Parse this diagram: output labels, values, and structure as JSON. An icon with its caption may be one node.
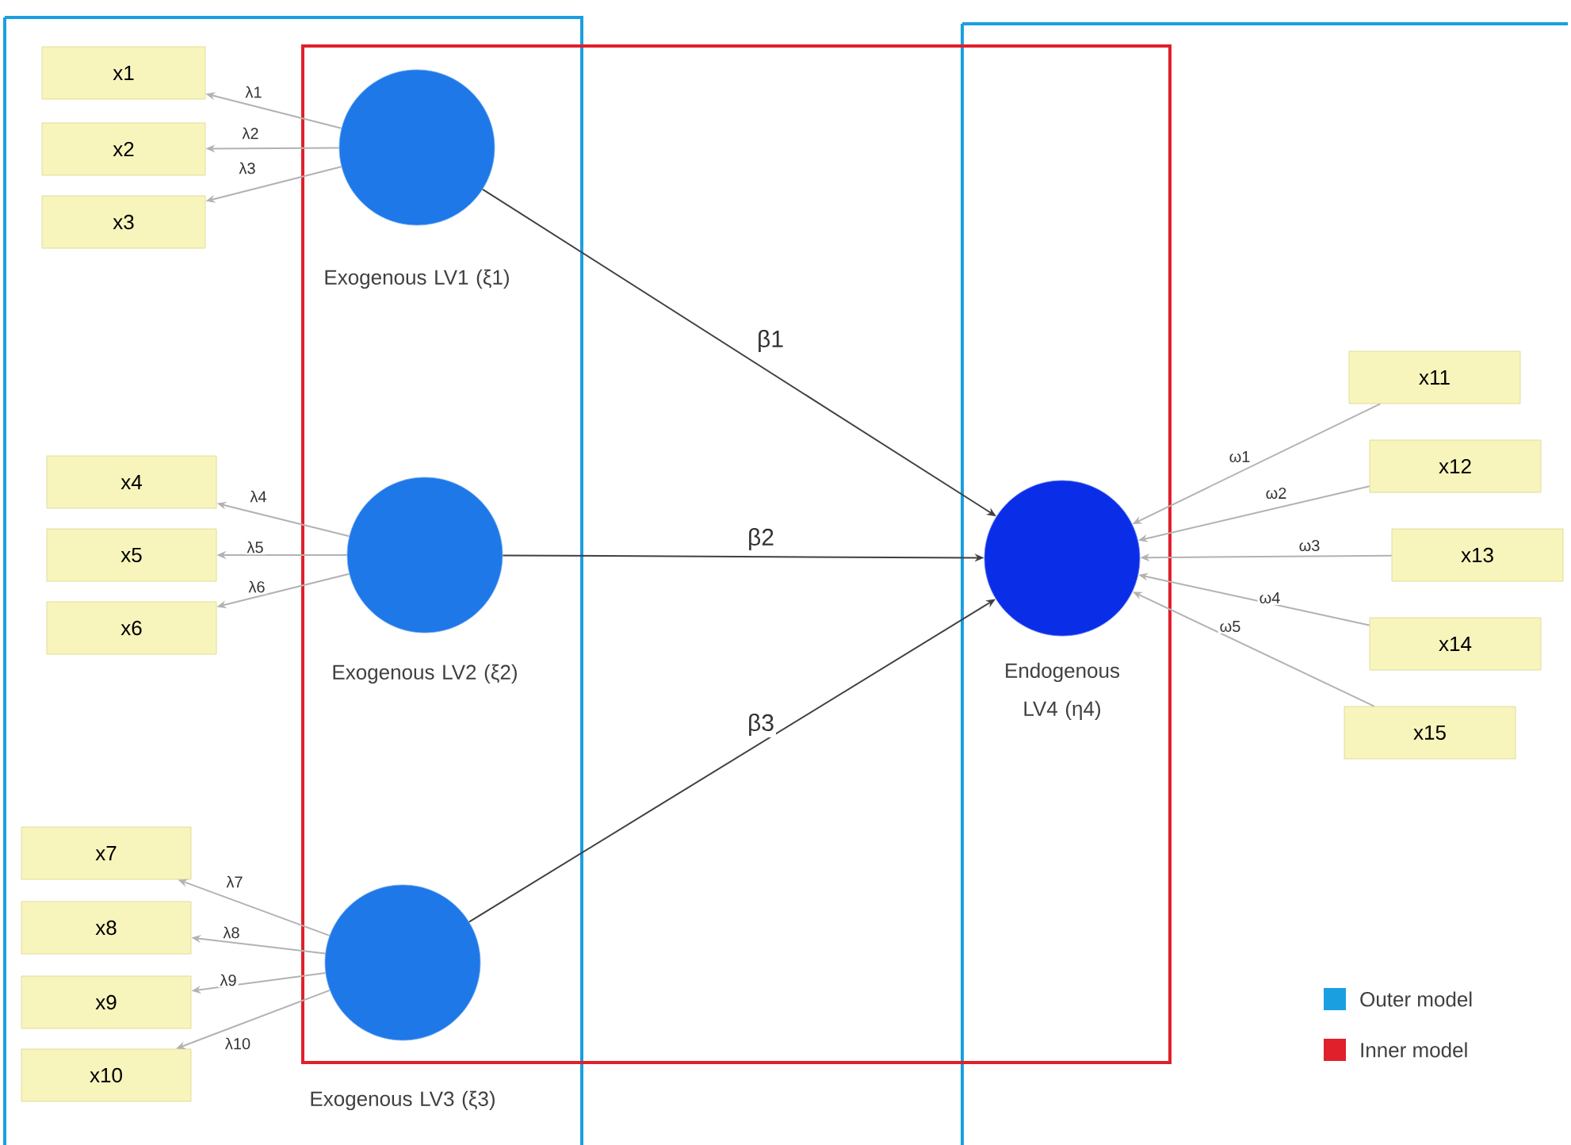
{
  "diagram": {
    "nodes": [
      {
        "text": [
          "x1"
        ]
      },
      {
        "text": [
          "x2"
        ]
      },
      {
        "text": [
          "x3"
        ]
      },
      {
        "text": [
          "x4"
        ]
      },
      {
        "text": [
          "x5"
        ]
      },
      {
        "text": [
          "x6"
        ]
      },
      {
        "text": [
          "x7"
        ]
      },
      {
        "text": [
          "x8"
        ]
      },
      {
        "text": [
          "x9"
        ]
      },
      {
        "text": [
          "x10"
        ]
      },
      {
        "text": [
          "x11"
        ]
      },
      {
        "text": [
          "x12"
        ]
      },
      {
        "text": [
          "x13"
        ]
      },
      {
        "text": [
          "x14"
        ]
      },
      {
        "text": [
          "x15"
        ]
      },
      {
        "text": [
          "Exogenous LV1 (ξ1)"
        ]
      },
      {
        "text": [
          "Exogenous LV2 (ξ2)"
        ]
      },
      {
        "text": [
          "Exogenous LV3 (ξ3)"
        ]
      },
      {
        "text": [
          "Endogenous LV4 (η4)"
        ]
      }
    ],
    "edges": [
      {
        "from": 15,
        "to": 0,
        "arrow": "to",
        "label": "λ1"
      },
      {
        "from": 15,
        "to": 1,
        "arrow": "to",
        "label": "λ2"
      },
      {
        "from": 15,
        "to": 2,
        "arrow": "to",
        "label": "λ3"
      },
      {
        "from": 16,
        "to": 3,
        "arrow": "to",
        "label": "λ4"
      },
      {
        "from": 16,
        "to": 4,
        "arrow": "to",
        "label": "λ5"
      },
      {
        "from": 16,
        "to": 5,
        "arrow": "to",
        "label": "λ6"
      },
      {
        "from": 17,
        "to": 6,
        "arrow": "to",
        "label": "λ7"
      },
      {
        "from": 17,
        "to": 7,
        "arrow": "to",
        "label": "λ8"
      },
      {
        "from": 17,
        "to": 8,
        "arrow": "to",
        "label": "λ9"
      },
      {
        "from": 17,
        "to": 9,
        "arrow": "to",
        "label": "λ10"
      },
      {
        "from": 10,
        "to": 18,
        "arrow": "to",
        "label": "ω1"
      },
      {
        "from": 11,
        "to": 18,
        "arrow": "to",
        "label": "ω2"
      },
      {
        "from": 12,
        "to": 18,
        "arrow": "to",
        "label": "ω3"
      },
      {
        "from": 13,
        "to": 18,
        "arrow": "to",
        "label": "ω4"
      },
      {
        "from": 14,
        "to": 18,
        "arrow": "to",
        "label": "ω5"
      },
      {
        "from": 15,
        "to": 18,
        "arrow": "to",
        "label": "β1",
        "color": "#404040"
      },
      {
        "from": 16,
        "to": 18,
        "arrow": "to",
        "label": "β2",
        "color": "#404040"
      },
      {
        "from": 17,
        "to": 18,
        "arrow": "to",
        "label": "β3",
        "color": "#404040"
      }
    ],
    "legend": [
      {
        "text": "Outer model",
        "color": "#1aa0e0"
      },
      {
        "text": "Inner model",
        "color": "#e0202a"
      }
    ]
  }
}
